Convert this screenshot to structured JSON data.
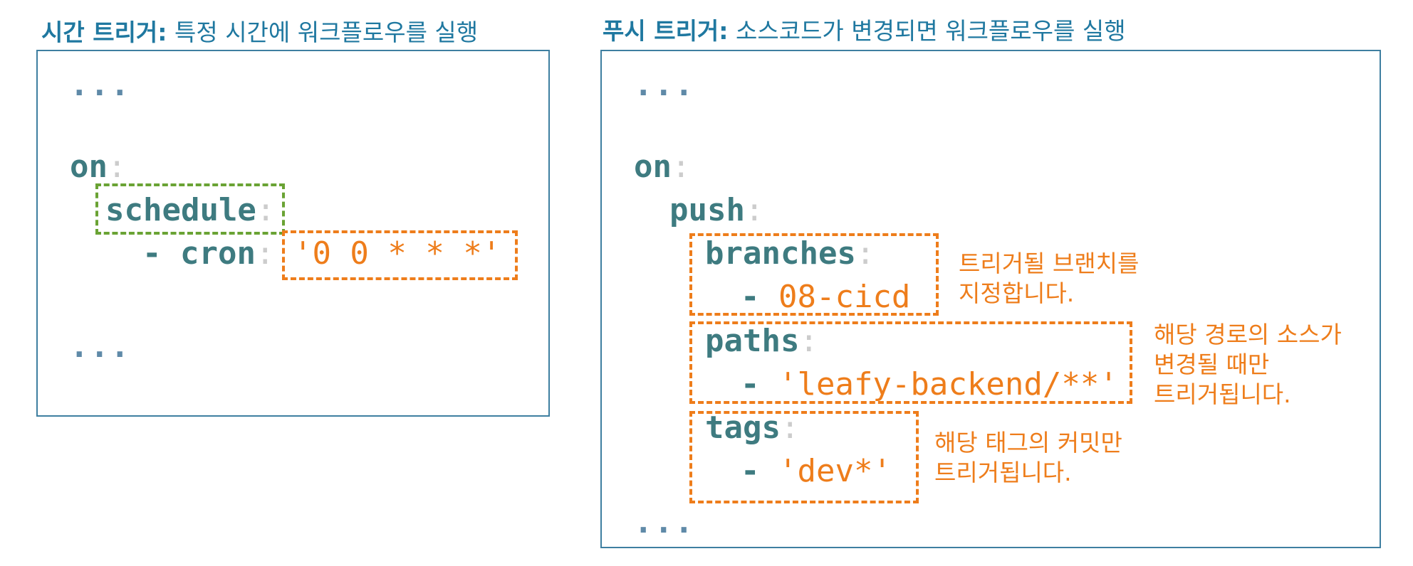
{
  "left": {
    "title_bold": "시간 트리거:",
    "title_rest": " 특정 시간에 워크플로우를 실행",
    "dots_top": "...",
    "on": "on",
    "colon": ":",
    "schedule": "schedule",
    "cron_dash": "- cron",
    "cron_value": "'0 0 * * *'",
    "dots_bottom": "..."
  },
  "right": {
    "title_bold": "푸시 트리거:",
    "title_rest": " 소스코드가 변경되면 워크플로우를 실행",
    "dots_top": "...",
    "on": "on",
    "colon": ":",
    "push": "push",
    "branches": "branches",
    "branches_value": "08-cicd",
    "paths": "paths",
    "paths_value": "'leafy-backend/**'",
    "tags": "tags",
    "tags_value": "'dev*'",
    "dash": "- ",
    "dots_bottom": "...",
    "note_branches": "트리거될 브랜치를\n지정합니다.",
    "note_paths": "해당 경로의 소스가\n변경될 때만\n트리거됩니다.",
    "note_tags": "해당 태그의 커밋만\n트리거됩니다."
  },
  "colors": {
    "title": "#1f78a0",
    "panel_border": "#3e7fa0",
    "key": "#3e7b80",
    "value": "#ee7d1b",
    "schedule_box": "#6aa334",
    "highlight_box": "#ee7d1b"
  }
}
